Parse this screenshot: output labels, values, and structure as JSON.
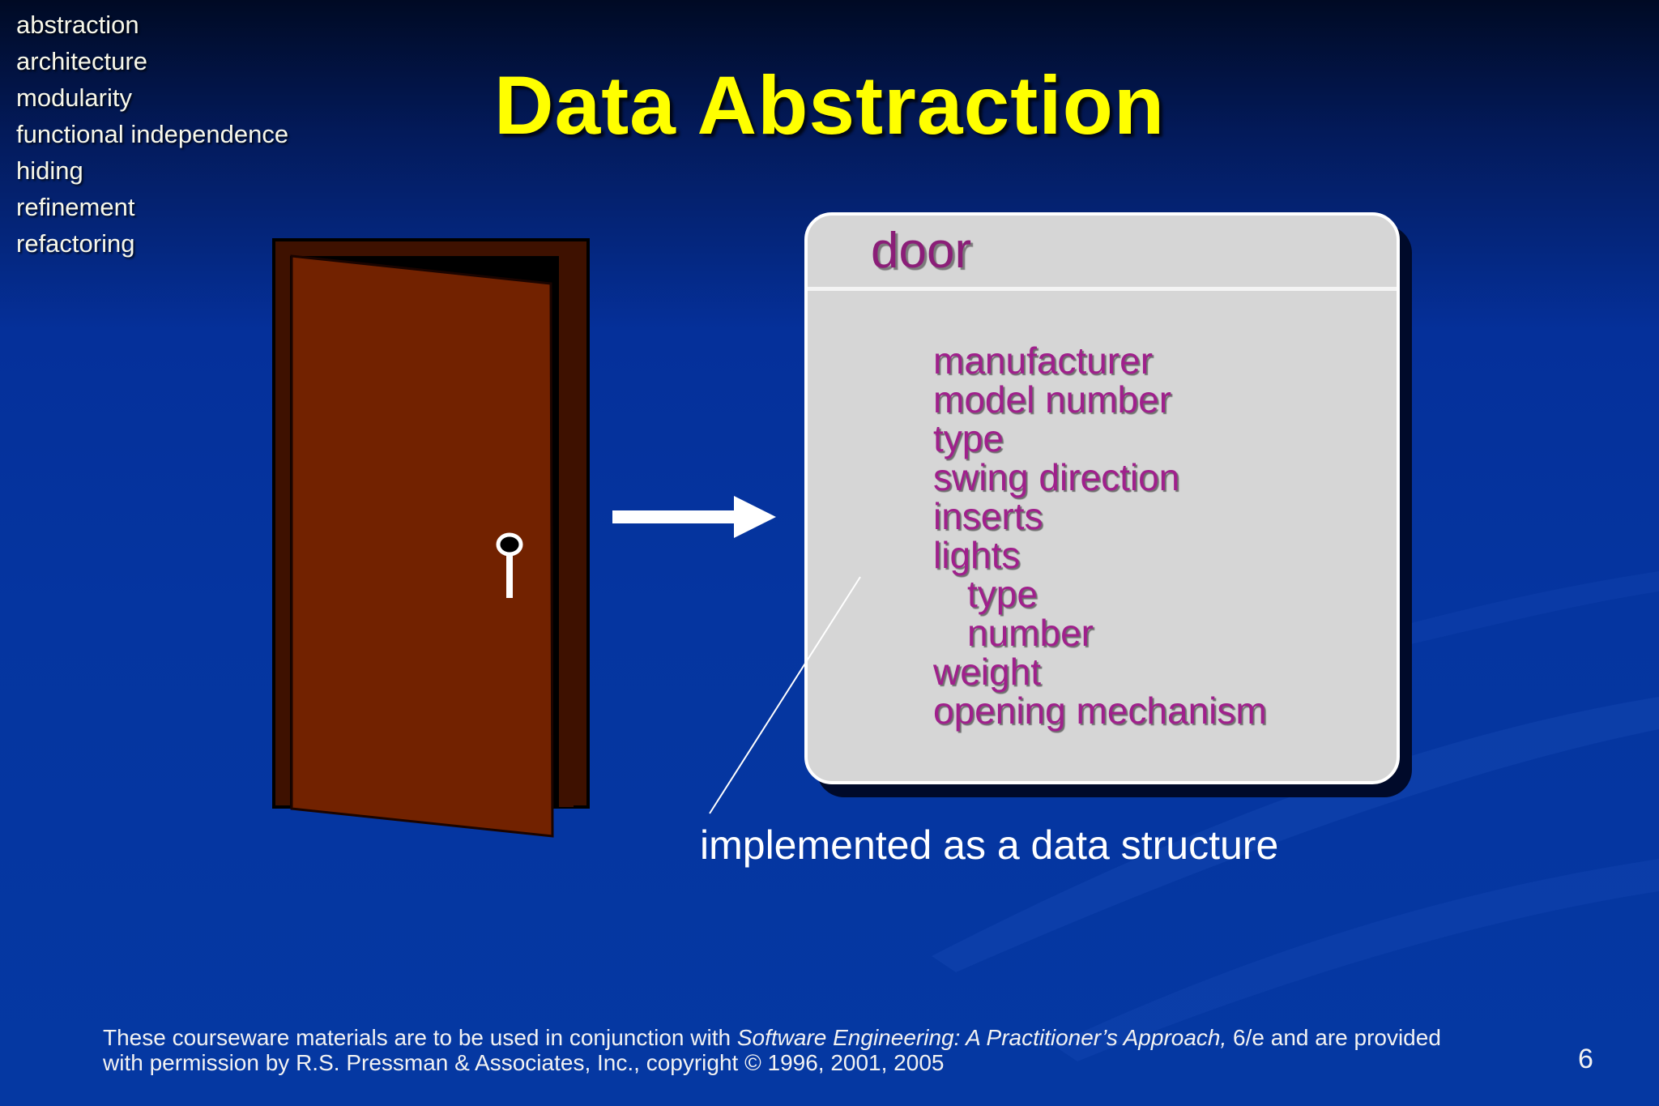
{
  "slide": {
    "title": "Data Abstraction",
    "page_number": "6"
  },
  "side_menu": {
    "items": [
      {
        "label": "abstraction"
      },
      {
        "label": "architecture"
      },
      {
        "label": "modularity"
      },
      {
        "label": "functional independence"
      },
      {
        "label": "hiding"
      },
      {
        "label": "refinement"
      },
      {
        "label": "refactoring"
      }
    ]
  },
  "object_box": {
    "name": "door",
    "attributes": [
      {
        "label": "manufacturer"
      },
      {
        "label": "model number"
      },
      {
        "label": "type"
      },
      {
        "label": "swing direction"
      },
      {
        "label": "inserts"
      },
      {
        "label": "lights"
      },
      {
        "label": "type"
      },
      {
        "label": "number"
      },
      {
        "label": "weight"
      },
      {
        "label": "opening mechanism"
      }
    ]
  },
  "caption": "implemented as a data structure",
  "footer": {
    "line1_prefix": "These courseware materials are to be used in conjunction with ",
    "line1_book": "Software Engineering: A Practitioner’s Approach,",
    "line1_suffix": " 6/e and are provided",
    "line2": "with permission by R.S. Pressman & Associates, Inc., copyright © 1996, 2001, 2005"
  },
  "colors": {
    "title": "#ffff00",
    "door": "#722200",
    "attribute_text": "#a0208c",
    "box_fill": "#d6d6d6"
  },
  "icons": {
    "door": "door-illustration",
    "arrow": "right-arrow-icon"
  }
}
